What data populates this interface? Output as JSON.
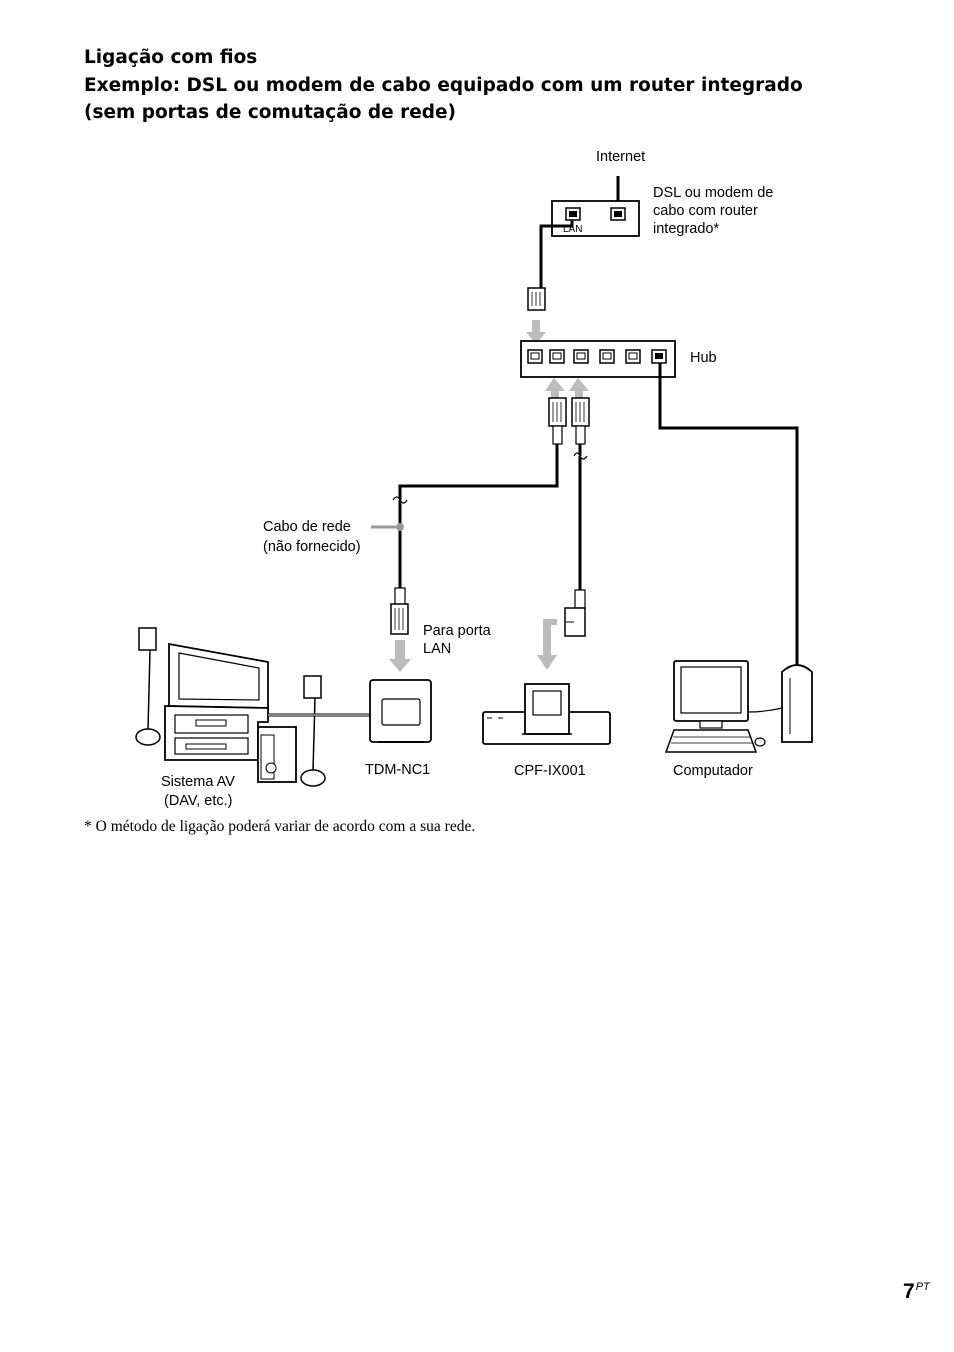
{
  "heading": {
    "line1": "Ligação com fios",
    "line2": "Exemplo: DSL ou modem de cabo equipado com um router integrado",
    "line3": "(sem portas de comutação de rede)"
  },
  "labels": {
    "internet": "Internet",
    "modem": [
      "DSL ou modem de",
      "cabo com router",
      "integrado*"
    ],
    "lan_port": "LAN",
    "hub": "Hub",
    "cable": [
      "Cabo de rede",
      "(não fornecido)"
    ],
    "lan_port_to": [
      "Para porta",
      "LAN"
    ],
    "av_system": [
      "Sistema AV",
      "(DAV, etc.)"
    ],
    "tdm": "TDM-NC1",
    "cpf": "CPF-IX001",
    "computer": "Computador"
  },
  "footnote": "* O método de ligação poderá variar de acordo com a sua rede.",
  "page": {
    "number": "7",
    "suffix": "PT"
  }
}
